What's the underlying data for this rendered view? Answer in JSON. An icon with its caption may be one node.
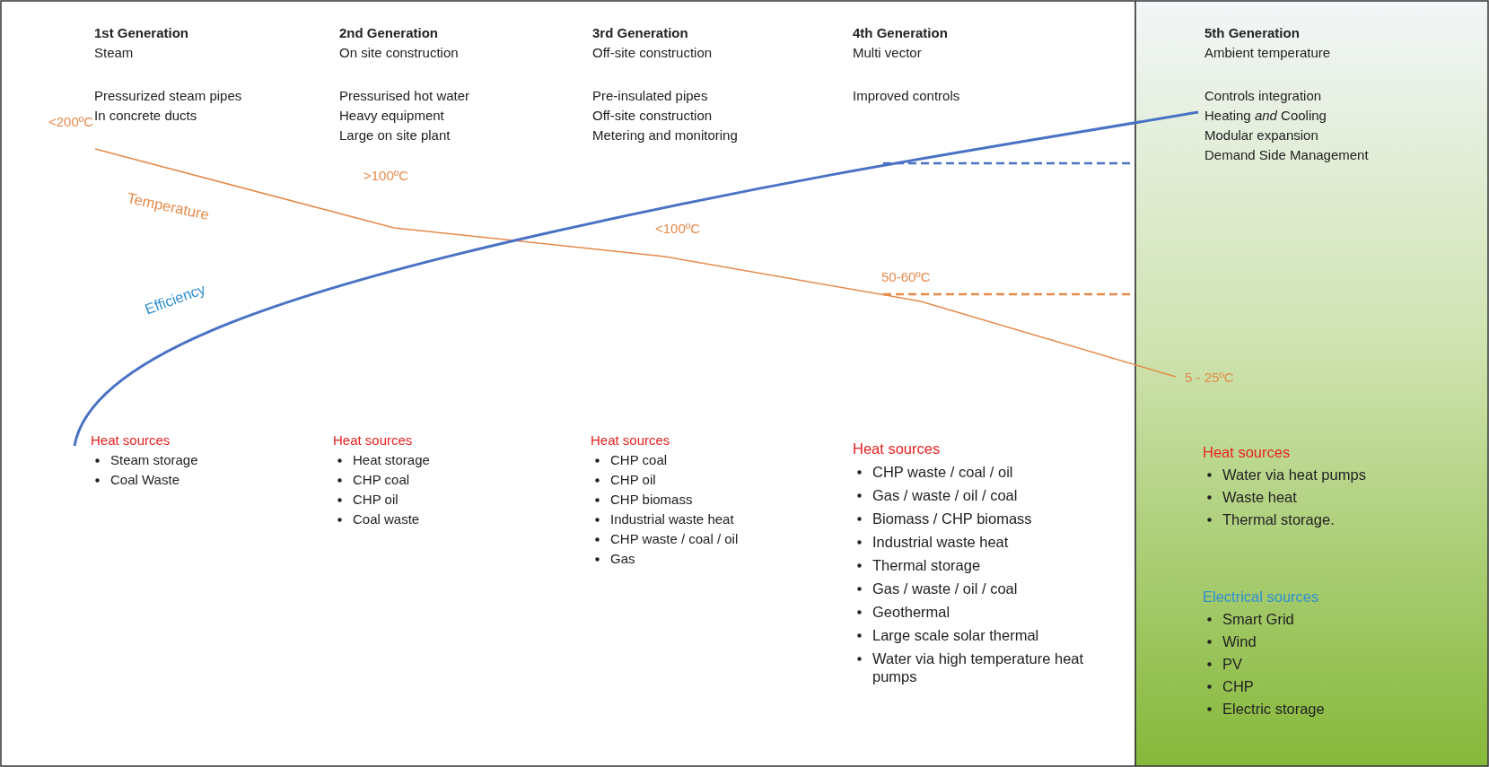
{
  "diagram": {
    "labels": [
      "1st Generation",
      "Steam",
      "Pressurized steam pipes",
      "In concrete ducts",
      "2nd Generation",
      "On site construction",
      "Pressurised hot water",
      "Heavy equipment",
      "Large on site plant",
      "3rd Generation",
      "Off-site construction",
      "Pre-insulated pipes",
      "Off-site construction",
      "Metering and monitoring",
      "4th Generation",
      "Multi vector",
      "Improved controls",
      "5th Generation",
      "Ambient temperature",
      "Controls integration",
      "Heating *and* Cooling",
      "Modular expansion",
      "Demand Side Management",
      "<200ºC",
      "Temperature",
      ">100ºC",
      "<100ºC",
      "50-60ºC",
      "Efficiency",
      "5 - 25ºC",
      "Heat sources",
      "Steam storage",
      "Coal Waste",
      "Heat sources",
      "Heat storage",
      "CHP coal",
      "CHP oil",
      "Coal waste",
      "Heat sources",
      "CHP coal",
      "CHP oil",
      "CHP biomass",
      "Industrial waste heat",
      "CHP waste / coal / oil",
      "Gas",
      "Heat sources",
      "CHP waste / coal / oil",
      "Gas / waste / oil / coal",
      "Biomass / CHP biomass",
      "Industrial waste heat",
      "Thermal storage",
      "Gas / waste / oil / coal",
      "Geothermal",
      "Large scale solar thermal",
      "Water via high temperature heat pumps",
      "Heat sources",
      "Water via heat pumps",
      "Waste heat",
      "Thermal storage.",
      "Electrical sources",
      "Smart Grid",
      "Wind",
      "PV",
      "CHP",
      "Electric storage"
    ]
  }
}
